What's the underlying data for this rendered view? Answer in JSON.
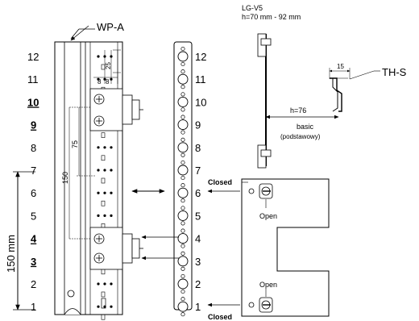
{
  "labels": {
    "rail_name": "WP-A",
    "bracket_name": "LG-V5",
    "bracket_height": "h=70 mm - 92 mm",
    "th_name": "TH-S",
    "th_width": "15",
    "th_height": "h=76",
    "th_type": "basic",
    "th_type_pl": "(podstawowy)",
    "span_150mm": "150 mm",
    "dim_150": "150",
    "dim_75": "75",
    "dim_25": "25",
    "dim_8a": "8",
    "dim_8b": "8",
    "closed_top": "Closed",
    "open_top": "Open",
    "open_bottom": "Open",
    "closed_bottom": "Closed"
  },
  "left_numbers": [
    {
      "text": "12",
      "emph": false
    },
    {
      "text": "11",
      "emph": false
    },
    {
      "text": "10",
      "emph": true
    },
    {
      "text": "9",
      "emph": true
    },
    {
      "text": "8",
      "emph": false
    },
    {
      "text": "7",
      "emph": false
    },
    {
      "text": "6",
      "emph": false
    },
    {
      "text": "5",
      "emph": false
    },
    {
      "text": "4",
      "emph": true
    },
    {
      "text": "3",
      "emph": true
    },
    {
      "text": "2",
      "emph": false
    },
    {
      "text": "1",
      "emph": false
    }
  ],
  "right_numbers": [
    "12",
    "11",
    "10",
    "9",
    "8",
    "7",
    "6",
    "5",
    "4",
    "3",
    "2",
    "1"
  ]
}
